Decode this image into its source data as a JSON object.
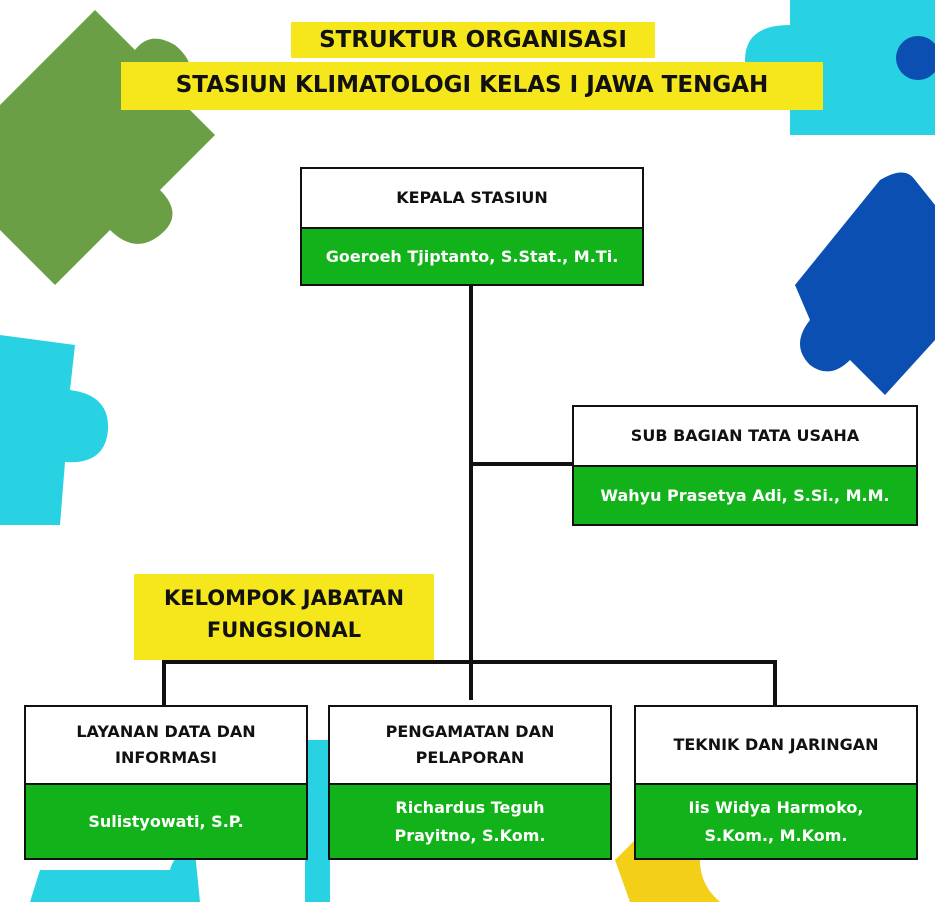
{
  "title": {
    "line1": "STRUKTUR ORGANISASI",
    "line2": "STASIUN KLIMATOLOGI  KELAS I JAWA TENGAH"
  },
  "kepala": {
    "role": "KEPALA STASIUN",
    "name": "Goeroeh Tjiptanto, S.Stat., M.Ti."
  },
  "tata_usaha": {
    "role": "SUB BAGIAN TATA USAHA",
    "name": "Wahyu Prasetya Adi, S.Si., M.M."
  },
  "fungsional": {
    "label_line1": "KELOMPOK JABATAN",
    "label_line2": "FUNGSIONAL"
  },
  "units": [
    {
      "role_line1": "LAYANAN DATA DAN",
      "role_line2": "INFORMASI",
      "name_line1": "Sulistyowati, S.P.",
      "name_line2": ""
    },
    {
      "role_line1": "PENGAMATAN DAN",
      "role_line2": "PELAPORAN",
      "name_line1": "Richardus Teguh",
      "name_line2": "Prayitno, S.Kom."
    },
    {
      "role_line1": "TEKNIK DAN JARINGAN",
      "role_line2": "",
      "name_line1": "Iis Widya Harmoko,",
      "name_line2": "S.Kom., M.Kom."
    }
  ],
  "colors": {
    "highlight": "#f6e71c",
    "name_fill": "#12b31a",
    "puzzle_green": "#6a9f45",
    "puzzle_cyan": "#29d2e2",
    "puzzle_blue": "#0b4fb3",
    "puzzle_yellow": "#f4cf17"
  }
}
